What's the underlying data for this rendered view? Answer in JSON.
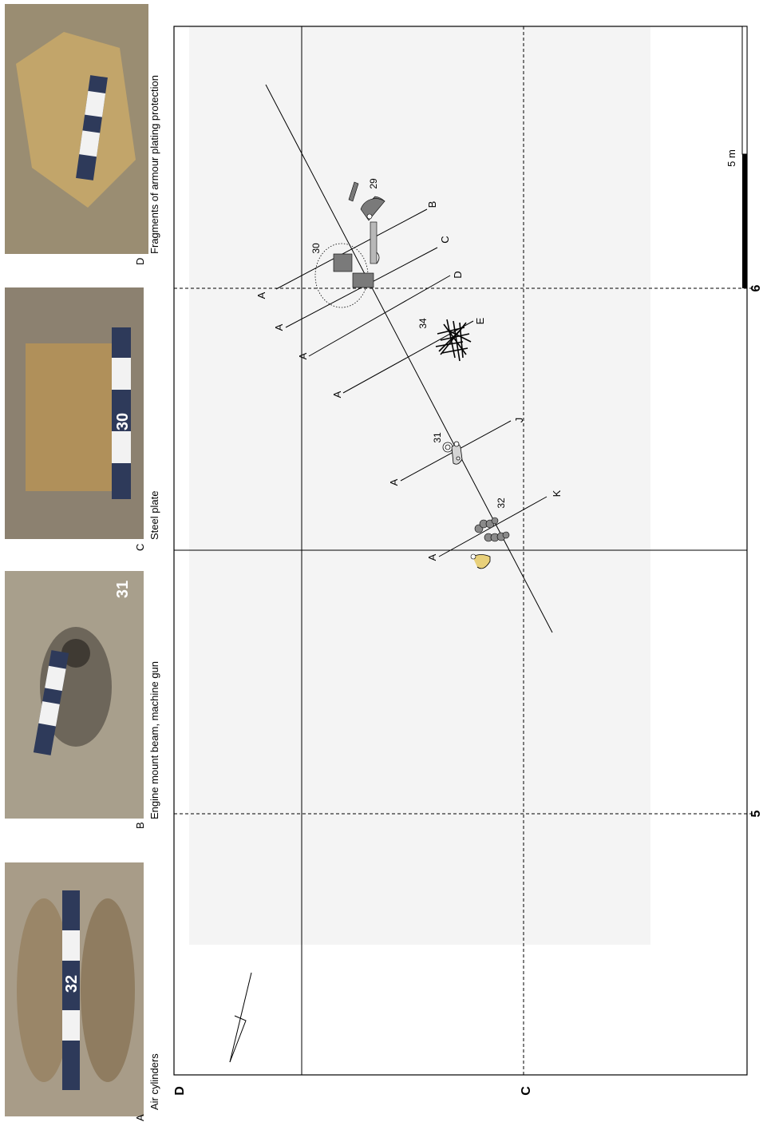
{
  "photos": [
    {
      "id": "A",
      "letter": "A",
      "caption": "Air cylinders",
      "scale_number": "32"
    },
    {
      "id": "B",
      "letter": "B",
      "caption": "Engine mount beam, machine gun",
      "scale_number": "31"
    },
    {
      "id": "C",
      "letter": "C",
      "caption": "Steel plate",
      "scale_number": "30"
    },
    {
      "id": "D",
      "letter": "D",
      "caption": "Fragments of armour plating protection",
      "scale_number": ""
    }
  ],
  "grid": {
    "row_labels": [
      "D",
      "C"
    ],
    "col_labels": [
      "5",
      "6"
    ]
  },
  "scale_bar": {
    "label": "5 m"
  },
  "feature_numbers": [
    "29",
    "30",
    "31",
    "32",
    "34"
  ],
  "section_lines": [
    {
      "start": "A",
      "end": "B"
    },
    {
      "start": "A",
      "end": "C"
    },
    {
      "start": "A",
      "end": "D"
    },
    {
      "start": "A",
      "end": "E"
    },
    {
      "start": "A",
      "end": "J"
    },
    {
      "start": "A",
      "end": "K"
    }
  ],
  "colors": {
    "survey_area": "#f4f4f4",
    "object_fill": "#7a7a7a",
    "object_light": "#b8b8b8",
    "highlight": "#e8d07a"
  }
}
